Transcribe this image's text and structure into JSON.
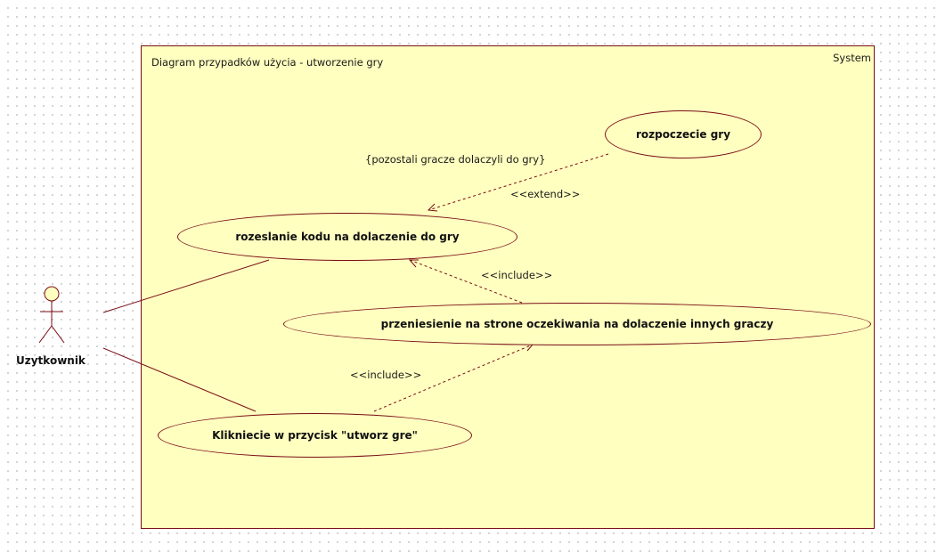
{
  "diagram": {
    "title": "Diagram przypadków użycia - utworzenie gry",
    "system_name": "System"
  },
  "actor": {
    "name": "Uzytkownik"
  },
  "use_cases": {
    "start_game": "rozpoczecie gry",
    "send_code": "rozeslanie kodu na dolaczenie do gry",
    "wait_page": "przeniesienie na strone oczekiwania na dolaczenie innych graczy",
    "click_button": "Klikniecie w przycisk \"utworz gre\""
  },
  "relations": {
    "guard": "{pozostali gracze dolaczyli do gry}",
    "extend": "<<extend>>",
    "include_1": "<<include>>",
    "include_2": "<<include>>"
  },
  "colors": {
    "frame_fill": "#ffffc0",
    "line": "#7a0d14"
  }
}
